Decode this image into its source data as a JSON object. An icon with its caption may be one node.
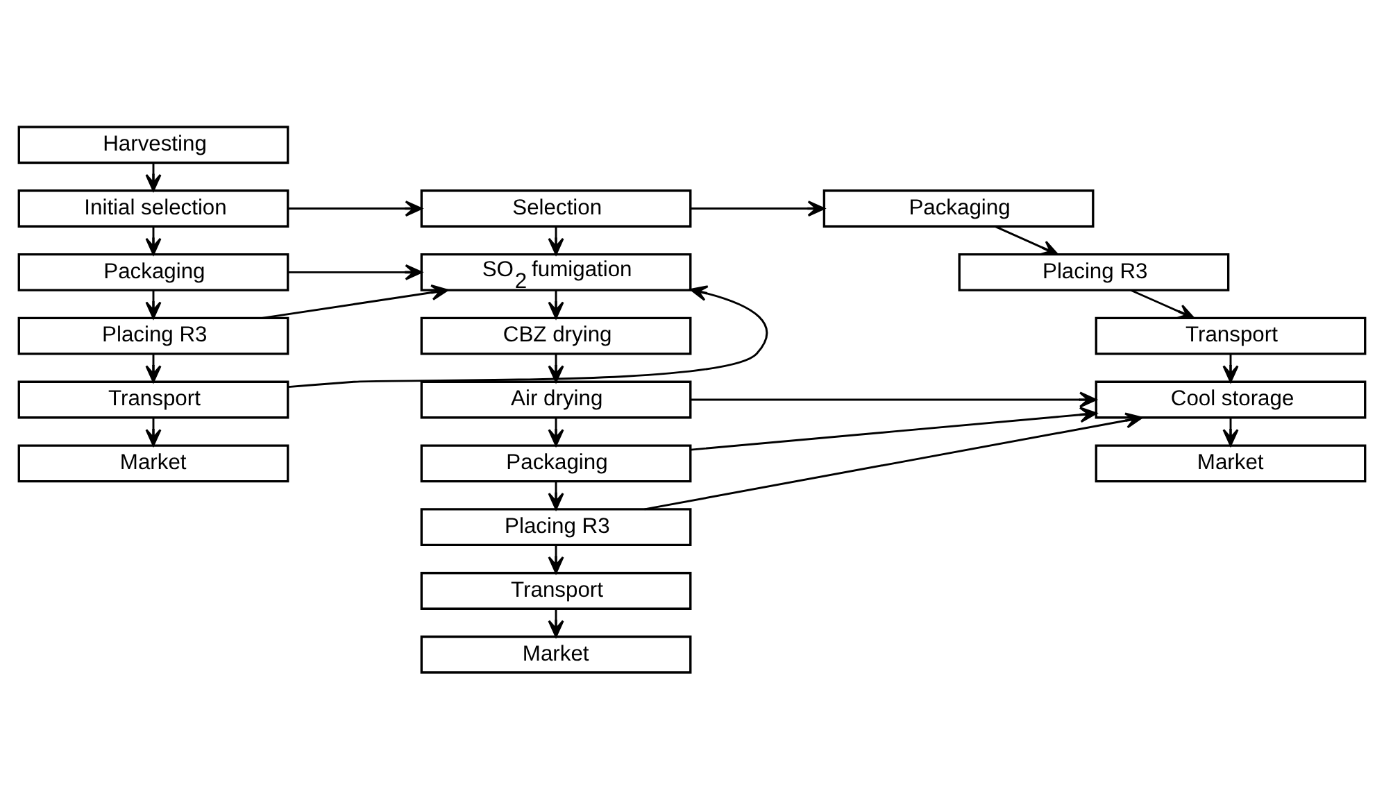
{
  "diagram": {
    "nodes": [
      {
        "text": [
          "Harvesting"
        ]
      },
      {
        "text": [
          "Initial selection"
        ]
      },
      {
        "text": [
          "Packaging"
        ]
      },
      {
        "text": [
          "Placing R3"
        ]
      },
      {
        "text": [
          "Transport"
        ]
      },
      {
        "text": [
          "Market"
        ]
      },
      {
        "text": [
          "Selection"
        ]
      },
      {
        "text": [
          "SO$_{2}$ fumigation"
        ]
      },
      {
        "text": [
          "CBZ drying"
        ]
      },
      {
        "text": [
          "Air drying"
        ]
      },
      {
        "text": [
          "Packaging"
        ]
      },
      {
        "text": [
          "Placing R3"
        ]
      },
      {
        "text": [
          "Transport"
        ]
      },
      {
        "text": [
          "Market"
        ]
      },
      {
        "text": [
          "Packaging"
        ]
      },
      {
        "text": [
          "Placing R3"
        ]
      },
      {
        "text": [
          "Transport"
        ]
      },
      {
        "text": [
          "Cool storage"
        ]
      },
      {
        "text": [
          "Market"
        ]
      }
    ],
    "edges": [
      {
        "from": 0,
        "to": 1,
        "arrow": "to"
      },
      {
        "from": 1,
        "to": 2,
        "arrow": "to"
      },
      {
        "from": 2,
        "to": 3,
        "arrow": "to"
      },
      {
        "from": 3,
        "to": 4,
        "arrow": "to"
      },
      {
        "from": 4,
        "to": 5,
        "arrow": "to"
      },
      {
        "from": 1,
        "to": 6,
        "arrow": "to"
      },
      {
        "from": 2,
        "to": 7,
        "arrow": "to"
      },
      {
        "from": 3,
        "to": 7,
        "arrow": "to"
      },
      {
        "from": 4,
        "to": 7,
        "arrow": "to"
      },
      {
        "from": 6,
        "to": 7,
        "arrow": "to"
      },
      {
        "from": 7,
        "to": 8,
        "arrow": "to"
      },
      {
        "from": 8,
        "to": 9,
        "arrow": "to"
      },
      {
        "from": 9,
        "to": 10,
        "arrow": "to"
      },
      {
        "from": 10,
        "to": 11,
        "arrow": "to"
      },
      {
        "from": 11,
        "to": 12,
        "arrow": "to"
      },
      {
        "from": 12,
        "to": 13,
        "arrow": "to"
      },
      {
        "from": 6,
        "to": 14,
        "arrow": "to"
      },
      {
        "from": 9,
        "to": 17,
        "arrow": "to"
      },
      {
        "from": 10,
        "to": 17,
        "arrow": "to"
      },
      {
        "from": 11,
        "to": 17,
        "arrow": "to"
      },
      {
        "from": 14,
        "to": 15,
        "arrow": "to"
      },
      {
        "from": 15,
        "to": 16,
        "arrow": "to"
      },
      {
        "from": 16,
        "to": 17,
        "arrow": "to"
      },
      {
        "from": 17,
        "to": 18,
        "arrow": "to"
      }
    ]
  }
}
